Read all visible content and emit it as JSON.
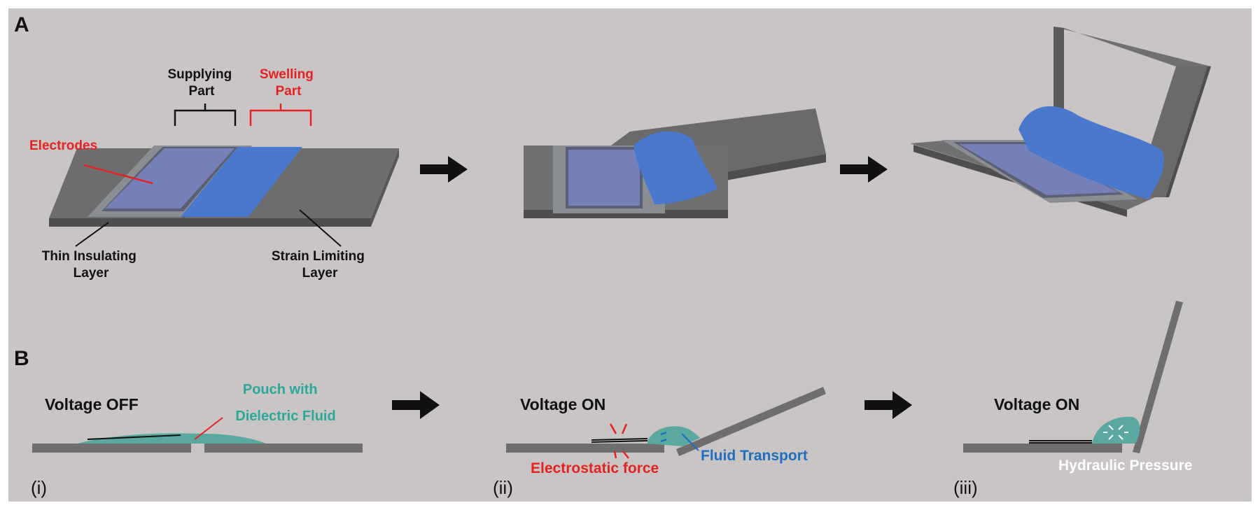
{
  "panels": {
    "A": {
      "letter": "A",
      "labels": {
        "supplying_part": [
          "Supplying",
          "Part"
        ],
        "swelling_part": [
          "Swelling",
          "Part"
        ],
        "electrodes": "Electrodes",
        "thin_insulating_layer": [
          "Thin Insulating",
          "Layer"
        ],
        "strain_limiting_layer": [
          "Strain Limiting",
          "Layer"
        ]
      }
    },
    "B": {
      "letter": "B",
      "steps": [
        {
          "index": "(i)",
          "voltage": "Voltage OFF",
          "pouch": [
            "Pouch with",
            "Dielectric Fluid"
          ]
        },
        {
          "index": "(ii)",
          "voltage": "Voltage ON",
          "force": "Electrostatic force",
          "transport": "Fluid Transport"
        },
        {
          "index": "(iii)",
          "voltage": "Voltage ON",
          "pressure": "Hydraulic Pressure"
        }
      ]
    }
  },
  "colors": {
    "background": "#c9c5c4",
    "plate": "#6a6a6a",
    "insulating": "#8a8d92",
    "electrode": "#7680b8",
    "pouch_blue": "#4a78cc",
    "dielectric_fluid": "#5aa8a0",
    "label_teal": "#2aa89a",
    "label_red": "#e52222",
    "label_blue": "#1e6fc0",
    "label_black": "#111111",
    "label_white": "#ffffff"
  }
}
